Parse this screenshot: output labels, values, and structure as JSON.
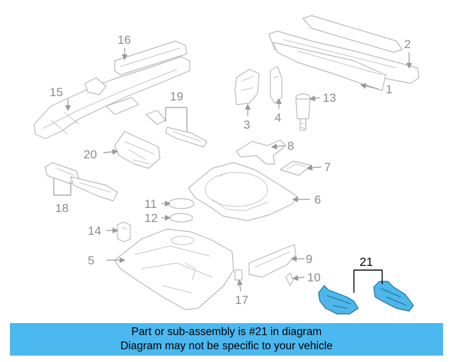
{
  "diagram": {
    "callouts": [
      {
        "id": "1",
        "text": "1"
      },
      {
        "id": "2",
        "text": "2"
      },
      {
        "id": "3",
        "text": "3"
      },
      {
        "id": "4",
        "text": "4"
      },
      {
        "id": "5",
        "text": "5"
      },
      {
        "id": "6",
        "text": "6"
      },
      {
        "id": "7",
        "text": "7"
      },
      {
        "id": "8",
        "text": "8"
      },
      {
        "id": "9",
        "text": "9"
      },
      {
        "id": "10",
        "text": "10"
      },
      {
        "id": "11",
        "text": "11"
      },
      {
        "id": "12",
        "text": "12"
      },
      {
        "id": "13",
        "text": "13"
      },
      {
        "id": "14",
        "text": "14"
      },
      {
        "id": "15",
        "text": "15"
      },
      {
        "id": "16",
        "text": "16"
      },
      {
        "id": "17",
        "text": "17"
      },
      {
        "id": "18",
        "text": "18"
      },
      {
        "id": "19",
        "text": "19"
      },
      {
        "id": "20",
        "text": "20"
      },
      {
        "id": "21",
        "text": "21"
      }
    ],
    "highlighted_part": "21",
    "highlight_color": "#4fb6ea",
    "banner_color": "#4cb8f0"
  },
  "banner": {
    "line1": "Part or sub-assembly is #21 in diagram",
    "line2": "Diagram may not be specific to your vehicle"
  }
}
